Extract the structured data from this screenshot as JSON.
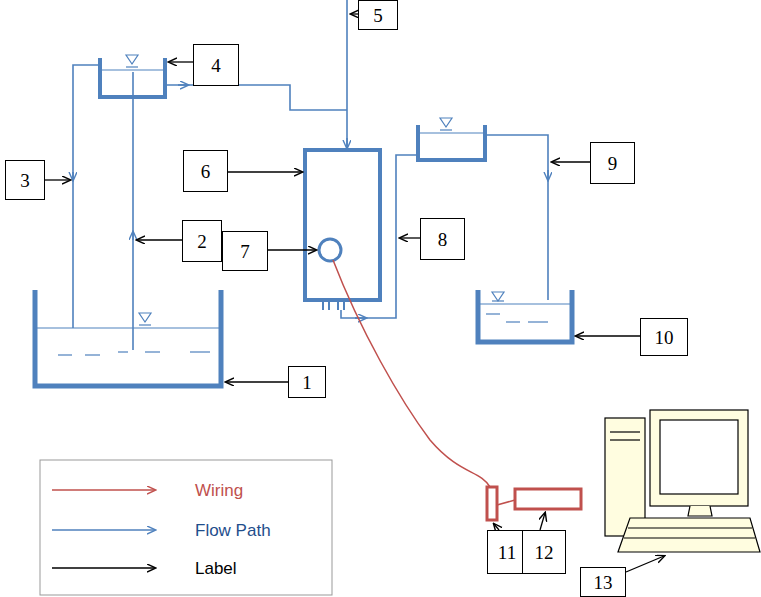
{
  "diagram": {
    "nodes": [
      {
        "text": [
          "5"
        ]
      },
      {
        "text": [
          "4"
        ]
      },
      {
        "text": [
          "3"
        ]
      },
      {
        "text": [
          "6"
        ]
      },
      {
        "text": [
          "2"
        ]
      },
      {
        "text": [
          "7"
        ]
      },
      {
        "text": [
          "8"
        ]
      },
      {
        "text": [
          "9"
        ]
      },
      {
        "text": [
          "10"
        ]
      },
      {
        "text": [
          "1"
        ]
      },
      {
        "text": [
          "11"
        ]
      },
      {
        "text": [
          "12"
        ]
      },
      {
        "text": [
          "13"
        ]
      }
    ],
    "legend": [
      {
        "text": "Wiring"
      },
      {
        "text": "Flow Path"
      },
      {
        "text": "Label"
      }
    ]
  }
}
